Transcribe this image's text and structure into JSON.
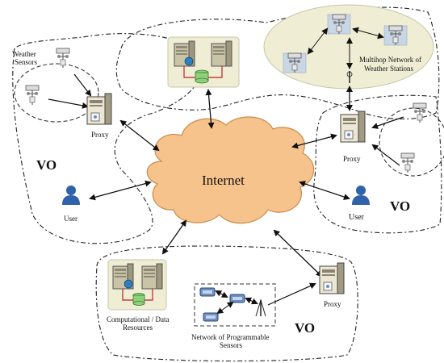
{
  "diagram": {
    "center_label": "Internet",
    "vo_label": "VO",
    "proxy_label": "Proxy",
    "user_label": "User",
    "weather_sensors_label": [
      "Weather",
      "Sensors"
    ],
    "multihop_label": [
      "Multihop Network of",
      "Weather Stations"
    ],
    "resources_label": [
      "Computational / Data",
      "Resources"
    ],
    "programmable_label": [
      "Network of Programmable",
      "Sensors"
    ]
  },
  "colors": {
    "cloud_fill": "#f7c38c",
    "cloud_stroke": "#c98a4a",
    "panel_fill": "#efeed5",
    "user_fill": "#2f62a8",
    "server_fill": "#c9c3a8",
    "globe_fill": "#2d7fc4",
    "db_fill": "#8ed07a"
  }
}
